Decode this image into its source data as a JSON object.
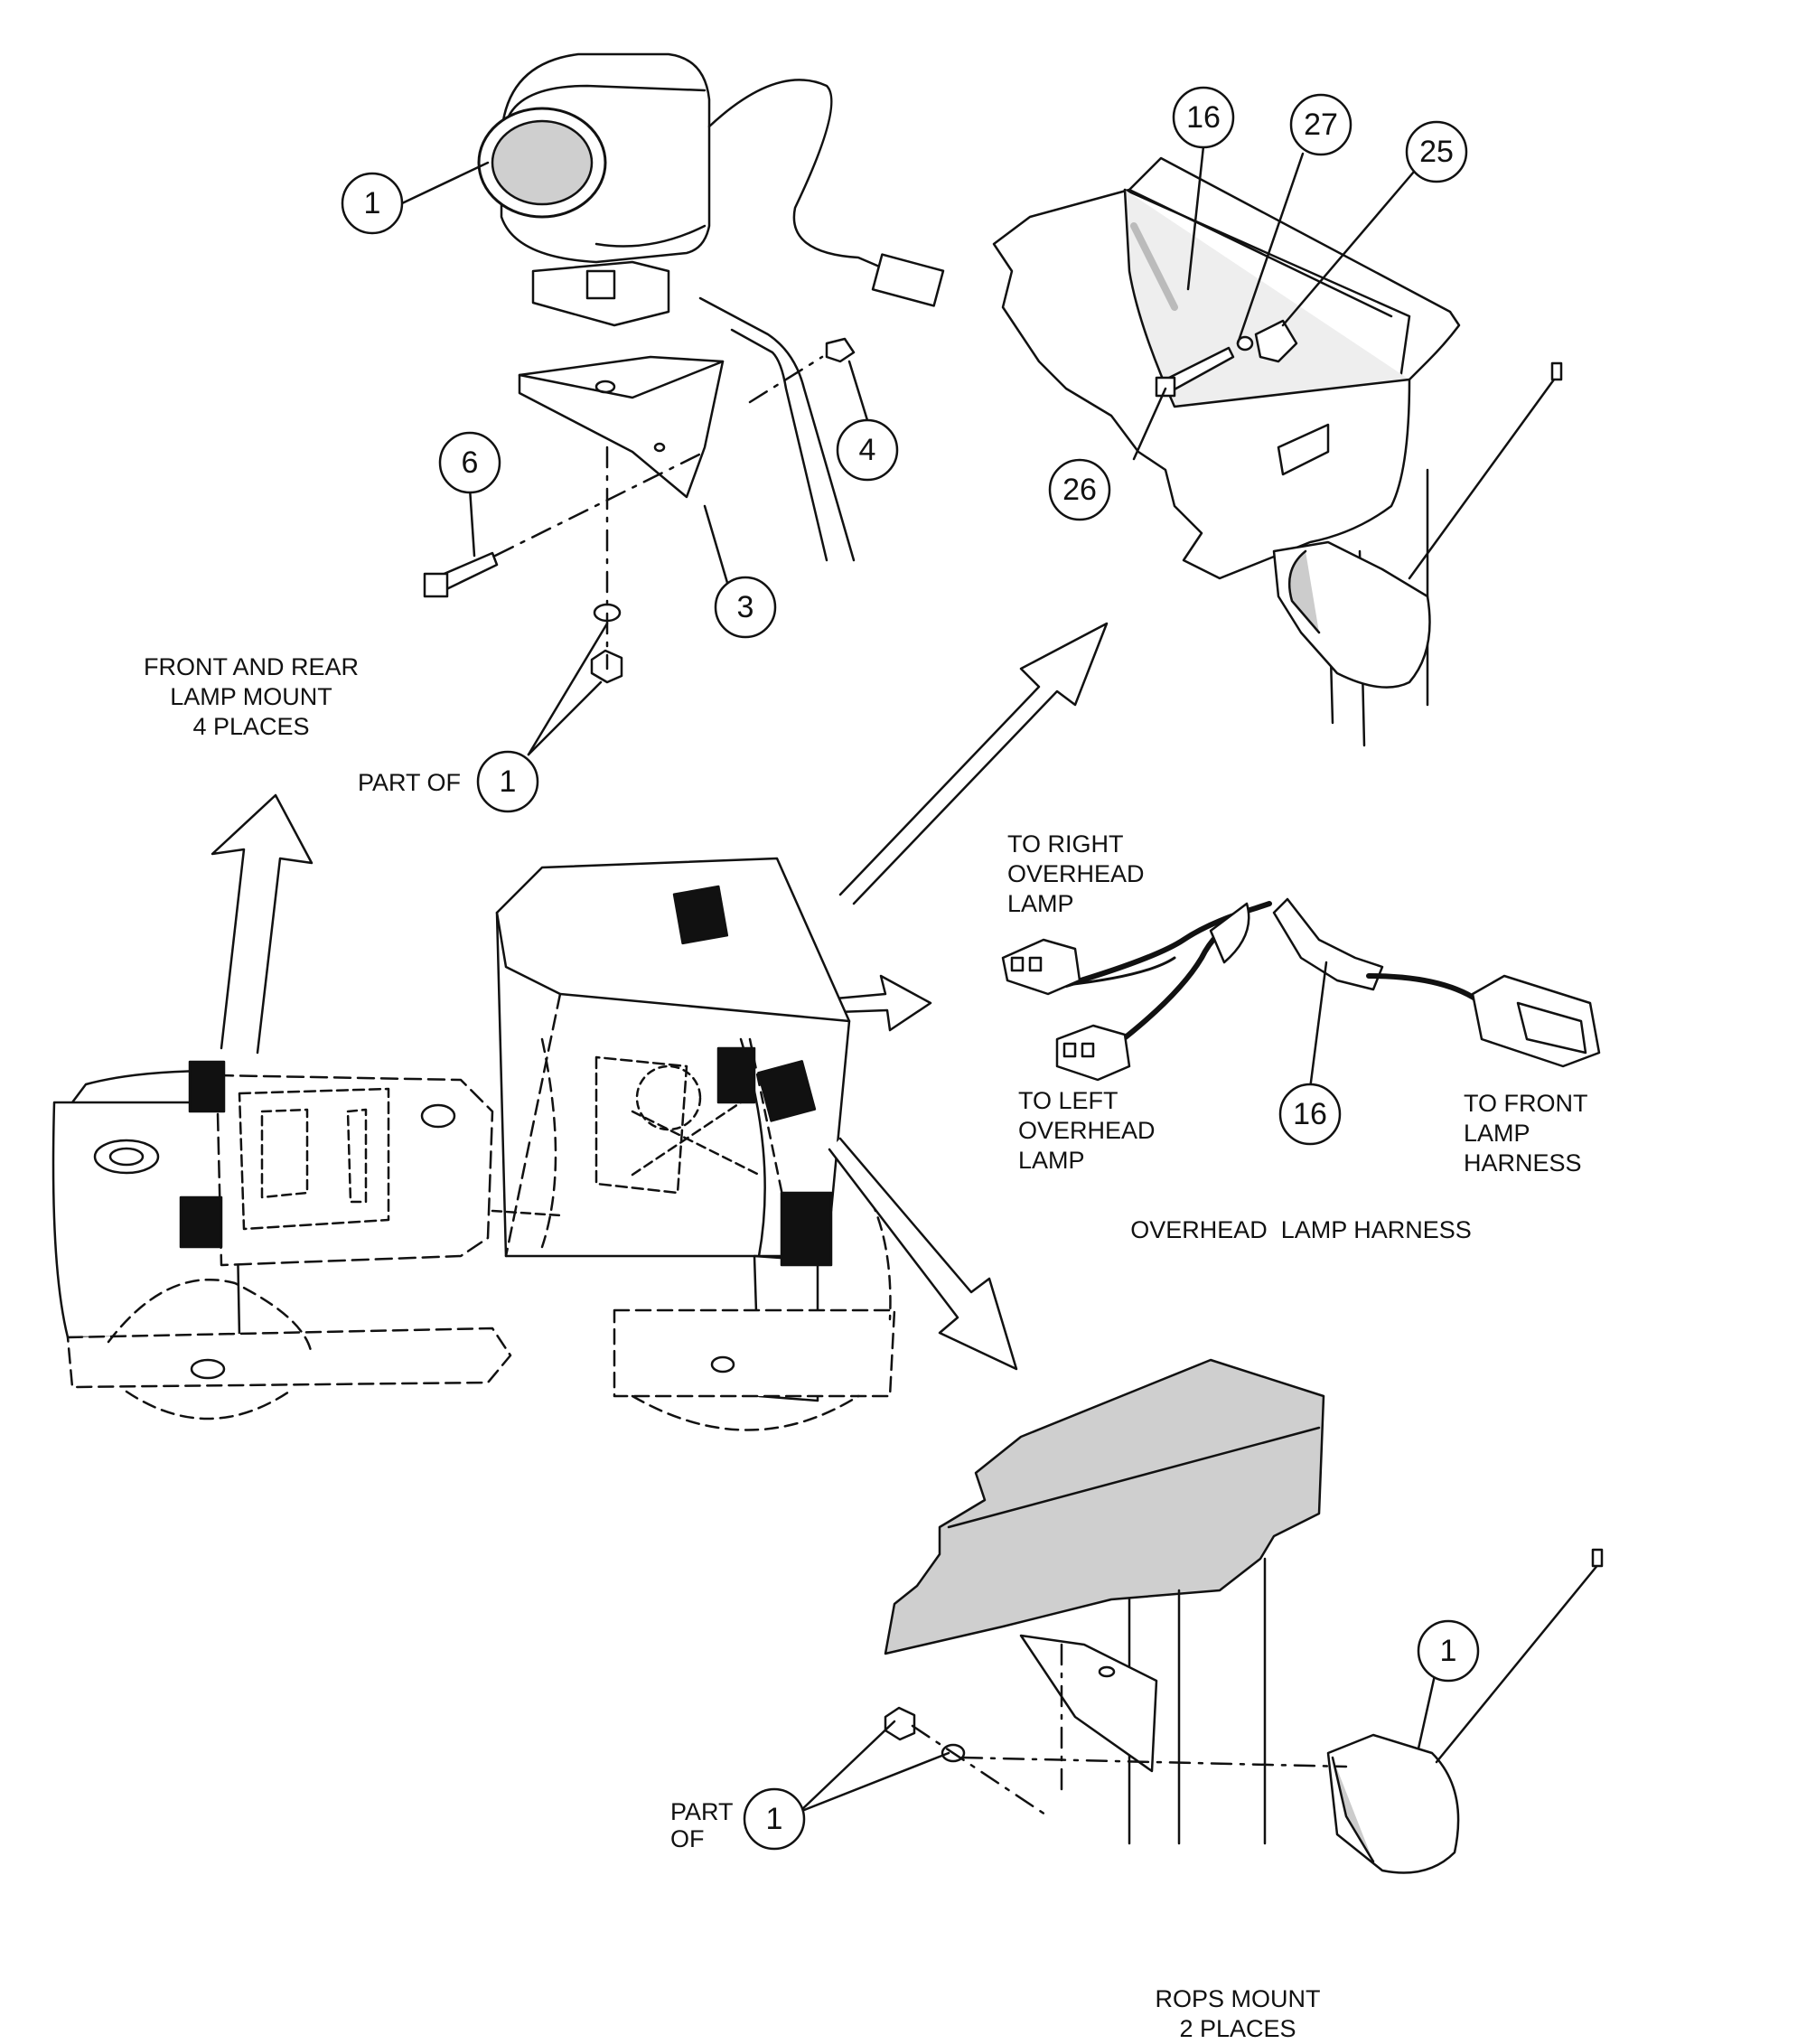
{
  "labels": {
    "front_rear_mount": [
      "FRONT AND REAR",
      "LAMP MOUNT",
      "4 PLACES"
    ],
    "part_of_top": "PART OF",
    "to_right_overhead": [
      "TO RIGHT",
      "OVERHEAD",
      "LAMP"
    ],
    "to_left_overhead": [
      "TO LEFT",
      "OVERHEAD",
      "LAMP"
    ],
    "to_front_lamp": [
      "TO FRONT",
      "LAMP",
      "HARNESS"
    ],
    "overhead_harness": "OVERHEAD  LAMP HARNESS",
    "part_of_bottom": [
      "PART",
      "OF"
    ],
    "rops_mount": [
      "ROPS MOUNT",
      "2 PLACES"
    ]
  },
  "callouts": {
    "lamp_top": "1",
    "bolt": "6",
    "nut": "4",
    "bracket": "3",
    "part_of_top": "1",
    "harness_top": "16",
    "washer": "27",
    "clip": "25",
    "screw": "26",
    "harness_mid": "16",
    "lamp_rops": "1",
    "part_of_bottom": "1"
  },
  "colors": {
    "ink": "#111111",
    "fill": "#ffffff",
    "shade": "#bdbdbd"
  }
}
